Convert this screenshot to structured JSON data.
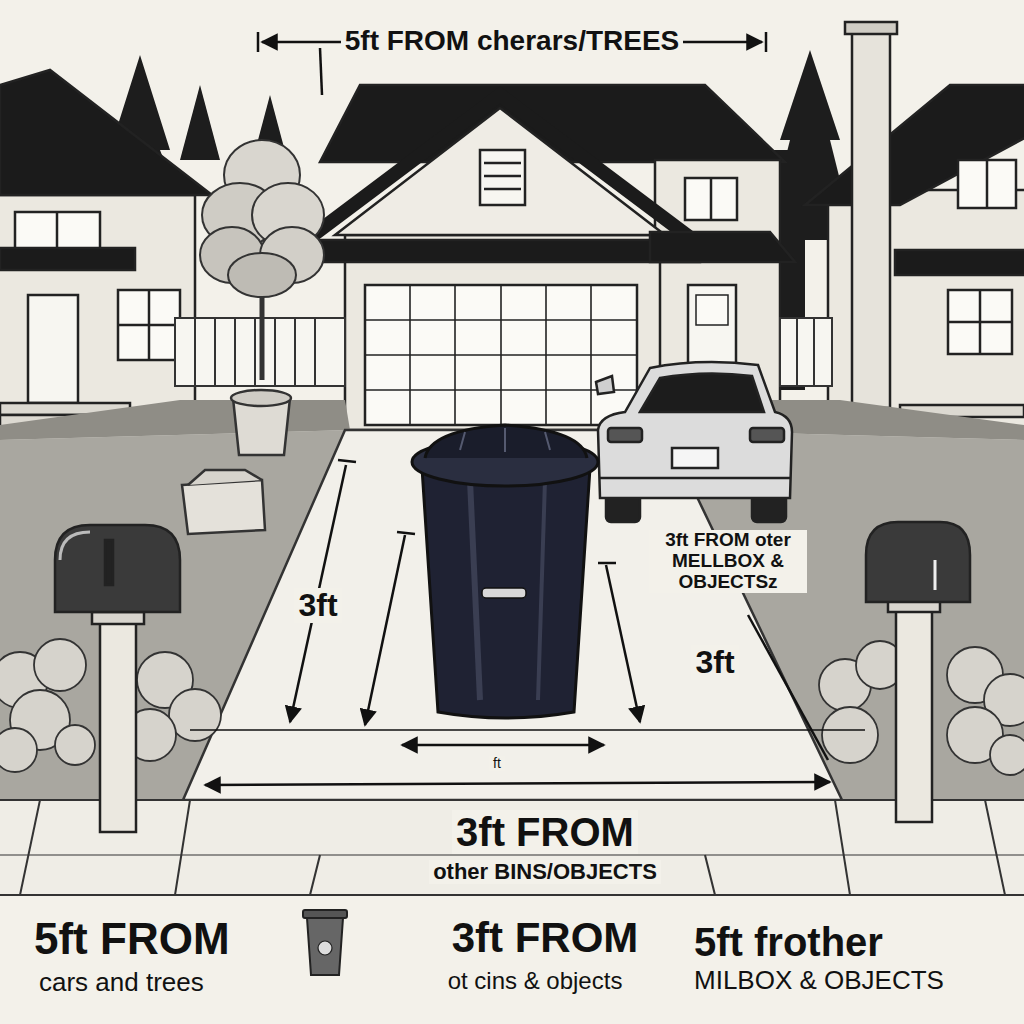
{
  "diagram": {
    "title": "5ft FROM cherars/TREES",
    "labels": [
      "3ft",
      "3ft FROM oter MELLBOX & OBJECTSz",
      "3ft",
      "ft",
      "3ft FROM",
      "other BINS/OBJECTS",
      "5ft FROM",
      "cars and trees",
      "3ft FROM",
      "ot cins & objects",
      "5ft frother",
      "MILBOX & OBJECTS"
    ]
  }
}
